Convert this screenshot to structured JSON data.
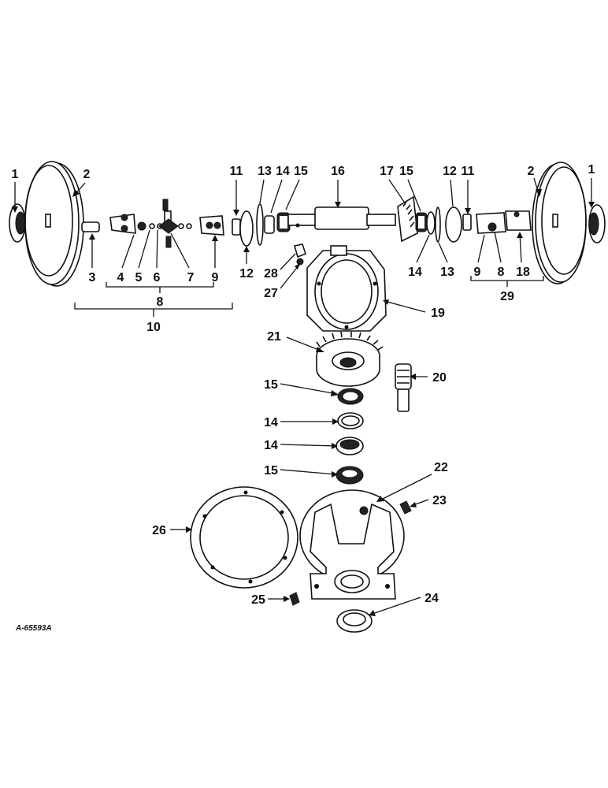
{
  "diagram": {
    "document_code": "A-65593A",
    "callouts": {
      "c1l": "1",
      "c2l": "2",
      "c3": "3",
      "c4": "4",
      "c5": "5",
      "c6": "6",
      "c7": "7",
      "c9l": "9",
      "c8grp": "8",
      "c10grp": "10",
      "c11l": "11",
      "c12l": "12",
      "c13l": "13",
      "c14l": "14",
      "c15l": "15",
      "c16": "16",
      "c28": "28",
      "c27": "27",
      "c17": "17",
      "c15r": "15",
      "c12r": "12",
      "c11r": "11",
      "c2r": "2",
      "c1r": "1",
      "c14r": "14",
      "c13r": "13",
      "c9r": "9",
      "c8r": "8",
      "c18": "18",
      "c29grp": "29",
      "c19": "19",
      "c21": "21",
      "c20": "20",
      "c15a": "15",
      "c14a": "14",
      "c14b": "14",
      "c15b": "15",
      "c22": "22",
      "c23": "23",
      "c26": "26",
      "c25": "25",
      "c24": "24"
    }
  }
}
